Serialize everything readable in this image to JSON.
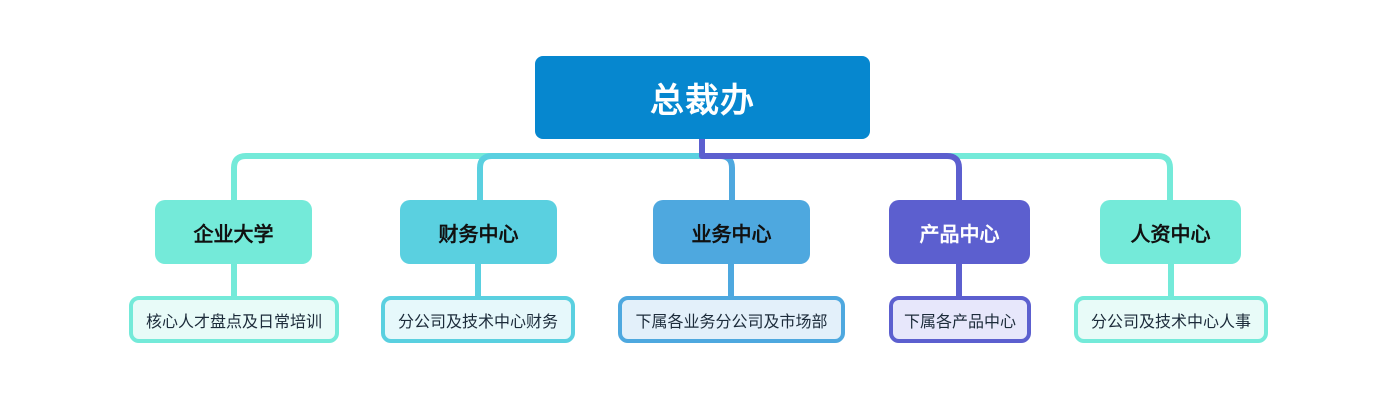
{
  "diagram": {
    "root": {
      "label": "总裁办",
      "color": "#0687cf"
    },
    "branches": [
      {
        "label": "企业大学",
        "detail": "核心人才盘点及日常培训",
        "color": "#74ead9"
      },
      {
        "label": "财务中心",
        "detail": "分公司及技术中心财务",
        "color": "#5ad0e0"
      },
      {
        "label": "业务中心",
        "detail": "下属各业务分公司及市场部",
        "color": "#4ea8df"
      },
      {
        "label": "产品中心",
        "detail": "下属各产品中心",
        "color": "#5c5fcf"
      },
      {
        "label": "人资中心",
        "detail": "分公司及技术中心人事",
        "color": "#74ead9"
      }
    ]
  }
}
